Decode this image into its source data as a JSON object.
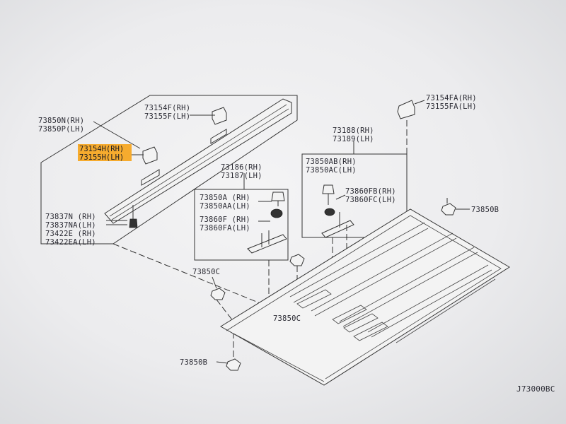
{
  "labels": {
    "l_73850N": "73850N(RH)",
    "l_73850P": "73850P(LH)",
    "l_73154F": "73154F(RH)",
    "l_73155F": "73155F(LH)",
    "l_73154H": "73154H(RH)",
    "l_73155H": "73155H(LH)",
    "l_73837N": "73837N (RH)",
    "l_73837NA": "73837NA(LH)",
    "l_73422E": "73422E  (RH)",
    "l_73422EA": "73422EA(LH)",
    "l_73186": "73186(RH)",
    "l_73187": "73187(LH)",
    "l_73850A": "73850A  (RH)",
    "l_73850AA": "73850AA(LH)",
    "l_73860F": "73860F  (RH)",
    "l_73860FA": "73860FA(LH)",
    "l_73188": "73188(RH)",
    "l_73189": "73189(LH)",
    "l_73850AB": "73850AB(RH)",
    "l_73850AC": "73850AC(LH)",
    "l_73860FB": "73860FB(RH)",
    "l_73860FC": "73860FC(LH)",
    "l_73154FA": "73154FA(RH)",
    "l_73155FA": "73155FA(LH)",
    "l_73850B_right": "73850B",
    "l_73850C_left": "73850C",
    "l_73850C_center": "73850C",
    "l_73850B_bottom": "73850B",
    "diagram_code": "J73000BC"
  },
  "highlight_color": "#f5a623"
}
